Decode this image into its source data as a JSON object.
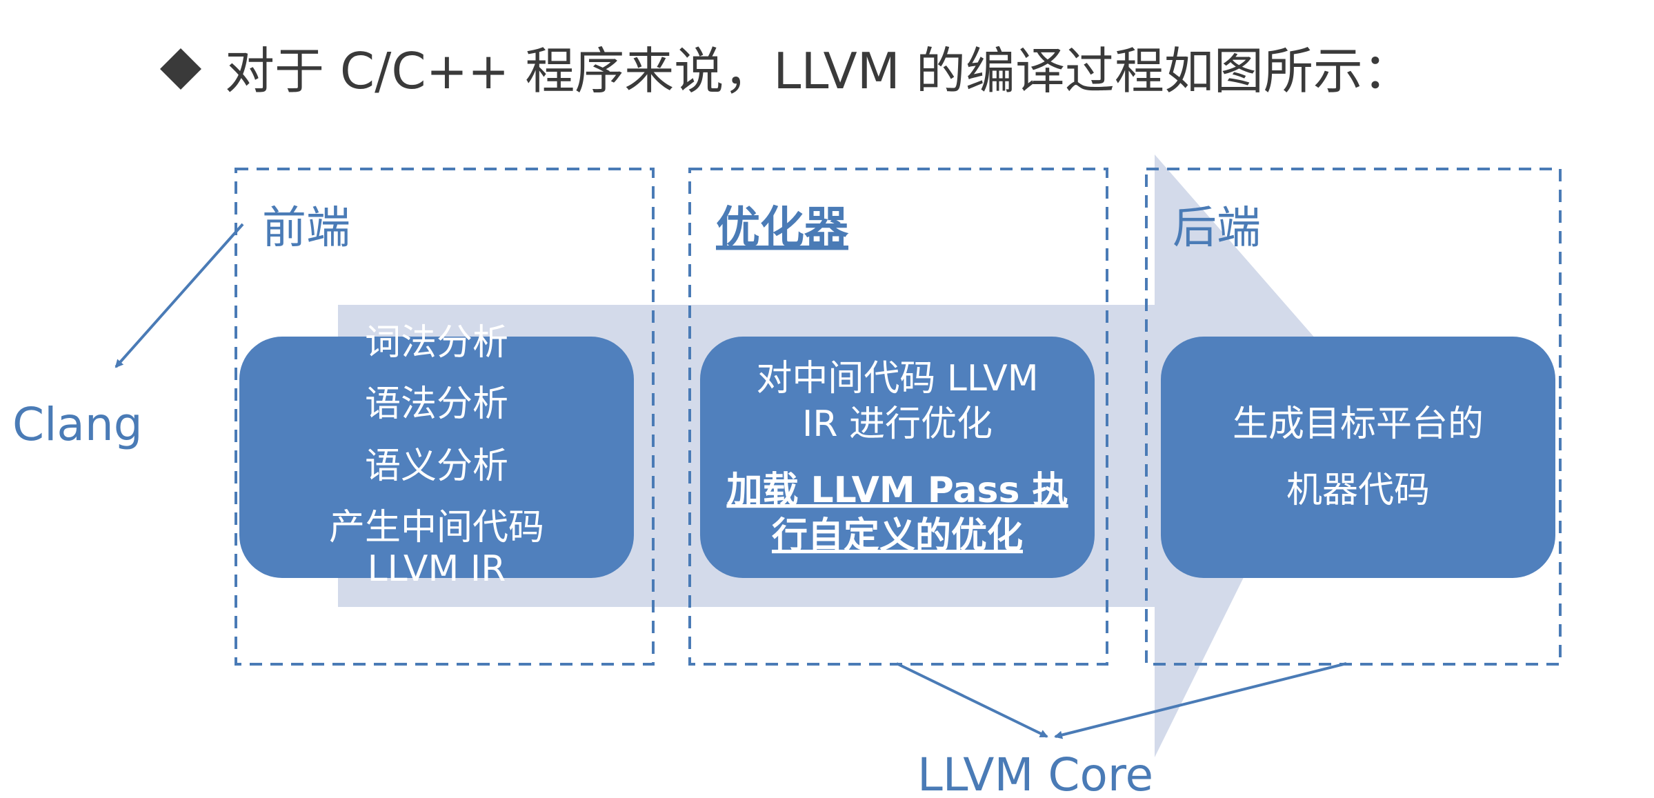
{
  "title": "对于 C/C++ 程序来说，LLVM 的编译过程如图所示：",
  "colors": {
    "accent": "#4a7bb6",
    "box_fill": "#5080bd",
    "arrow_fill": "#d3daea",
    "title_text": "#3a3a3a",
    "white": "#ffffff"
  },
  "sections": {
    "frontend": {
      "label": "前端",
      "lines": [
        "词法分析",
        "语法分析",
        "语义分析",
        "产生中间代码",
        "LLVM IR"
      ]
    },
    "optimizer": {
      "label": "优化器",
      "lines": [
        "对中间代码 LLVM",
        "IR 进行优化"
      ],
      "bold_lines": [
        "加载 LLVM Pass 执",
        "行自定义的优化"
      ]
    },
    "backend": {
      "label": "后端",
      "lines": [
        "生成目标平台的",
        "机器代码"
      ]
    }
  },
  "annotations": {
    "clang": "Clang",
    "llvm_core": "LLVM Core"
  }
}
